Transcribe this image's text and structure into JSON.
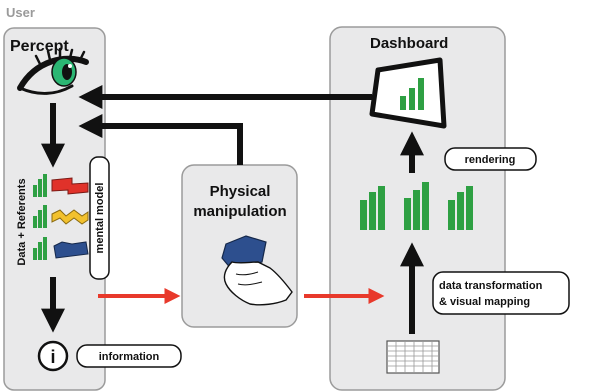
{
  "colors": {
    "panel_fill": "#e9e9ea",
    "panel_stroke": "#9b9b9b",
    "user_label": "#9a9a9a",
    "bar_green": "#2ea043",
    "arrow_black": "#111111",
    "arrow_red": "#e8392b",
    "eye_iris": "#2bb673",
    "piece_red": "#e0322a",
    "piece_yellow": "#f2c12e",
    "piece_blue": "#2d4f8e"
  },
  "labels": {
    "user": "User",
    "percept": "Percept",
    "dashboard": "Dashboard",
    "physical_line1": "Physical",
    "physical_line2": "manipulation",
    "data_referents": "Data + Referents",
    "mental_model": "mental model",
    "information": "information",
    "info_icon_glyph": "i",
    "rendering": "rendering",
    "transform_line1": "data transformation",
    "transform_line2": "& visual mapping"
  }
}
